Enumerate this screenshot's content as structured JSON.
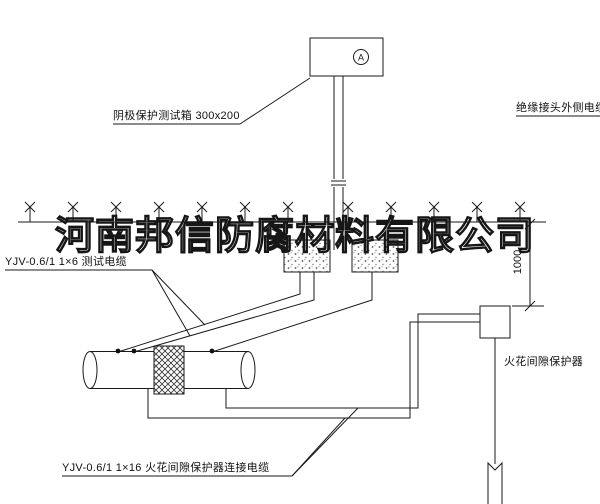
{
  "watermark": "河南邦信防腐材料有限公司",
  "labels": {
    "test_box": "阴极保护测试箱 300x200",
    "outer_cable": "绝缘接头外侧电缆",
    "test_cable": "YJV-0.6/1  1×6  测试电缆",
    "spark_gap_protector": "火花间隙保护器",
    "connection_cable": "YJV-0.6/1  1×16  火花间隙保护器连接电缆",
    "depth_dimension": "1000",
    "meter_letter": "A"
  },
  "colors": {
    "line": "#1a1a1a",
    "background": "#ffffff",
    "watermark_stroke": "#161616"
  }
}
